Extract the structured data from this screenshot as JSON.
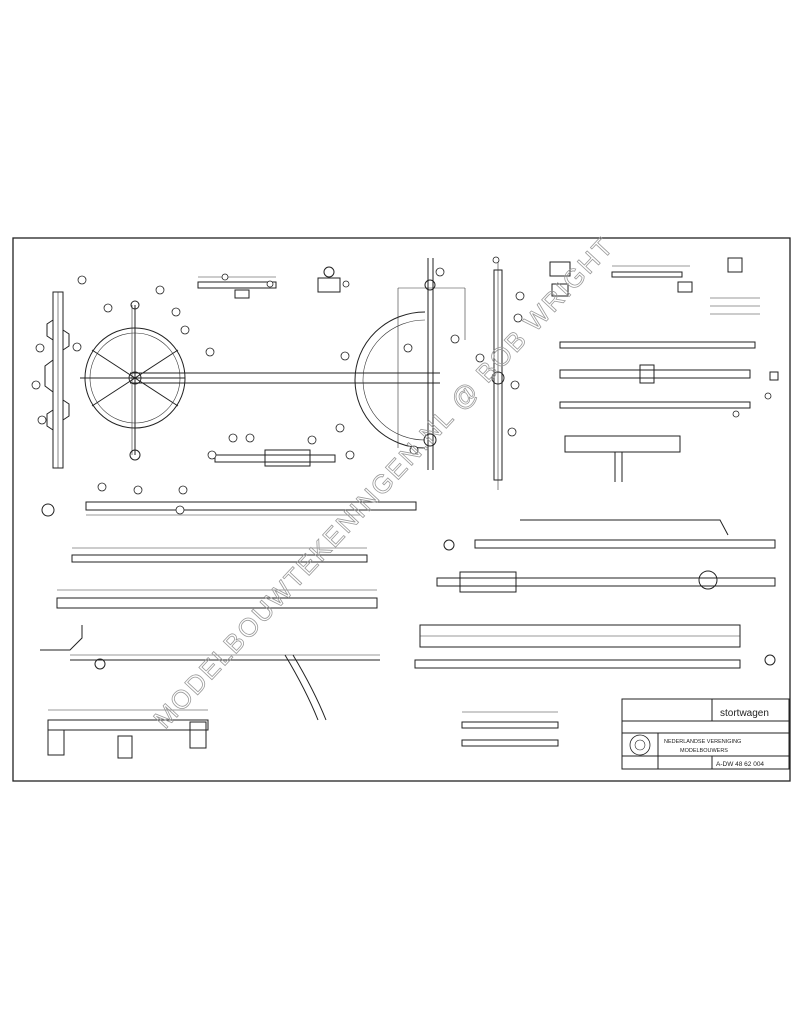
{
  "title_block": {
    "drawing_title": "stortwagen",
    "association_line1": "NEDERLANDSE VERENIGING",
    "association_line2": "MODELBOUWERS",
    "drawing_number": "A-DW 48 62 004"
  },
  "watermark": "MODELBOUWTEKENINGEN.NL @ BOB WRIGHT",
  "colors": {
    "ink": "#222222",
    "paper": "#ffffff",
    "watermark": "#9a9a9a"
  }
}
